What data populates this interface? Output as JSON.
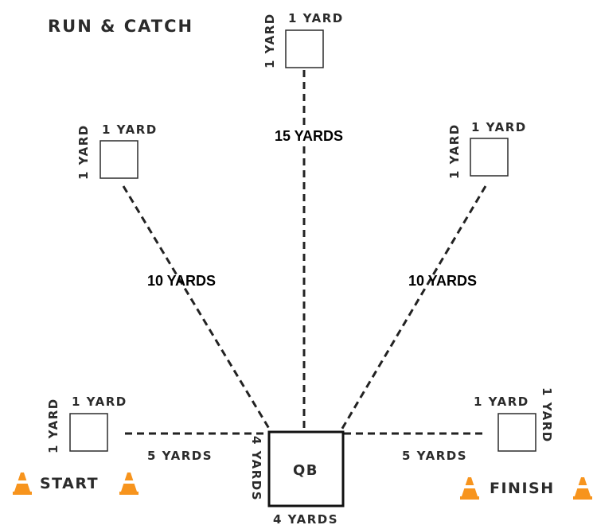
{
  "title": "RUN & CATCH",
  "labels": {
    "one_yard": "1 YARD",
    "fifteen_yards": "15 YARDS",
    "ten_yards": "10 YARDS",
    "five_yards": "5 YARDS",
    "four_yards": "4 YARDS",
    "qb": "QB",
    "start": "START",
    "finish": "FINISH"
  },
  "colors": {
    "cone_orange": "#f7941d",
    "ink": "#2b2b2b"
  }
}
